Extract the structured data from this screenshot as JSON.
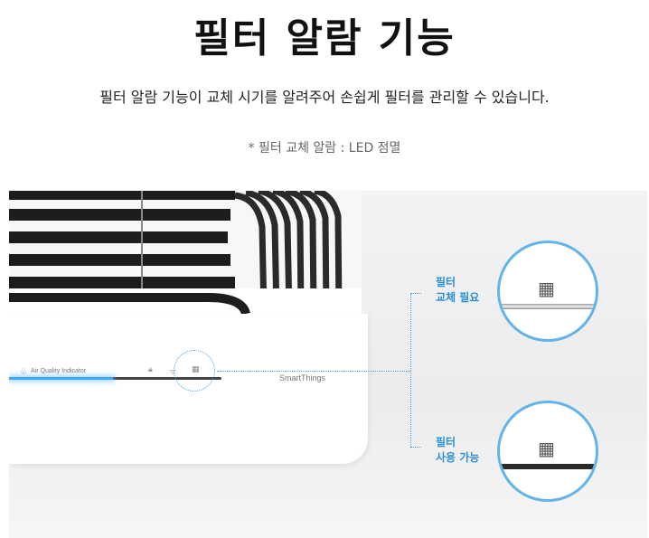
{
  "title": "필터 알람 기능",
  "description": "필터 알람 기능이 교체 시기를 알려주어 손쉽게 필터를 관리할 수 있습니다.",
  "note": "* 필터 교체 알람 : LED 점멸",
  "device": {
    "air_quality_label": "Air Quality Indicator",
    "brand_label": "SmartThings",
    "icons": [
      "air-quality-icon",
      "lock-icon",
      "wifi-icon",
      "filter-icon"
    ]
  },
  "callouts": [
    {
      "line1": "필터",
      "line2": "교체 필요",
      "band": "silver-light"
    },
    {
      "line1": "필터",
      "line2": "사용 가능",
      "band": "dark-off"
    }
  ],
  "colors": {
    "accent": "#2b8fd6",
    "led_blue": "#3fa9f5",
    "zoom_ring": "#62b4ea"
  }
}
